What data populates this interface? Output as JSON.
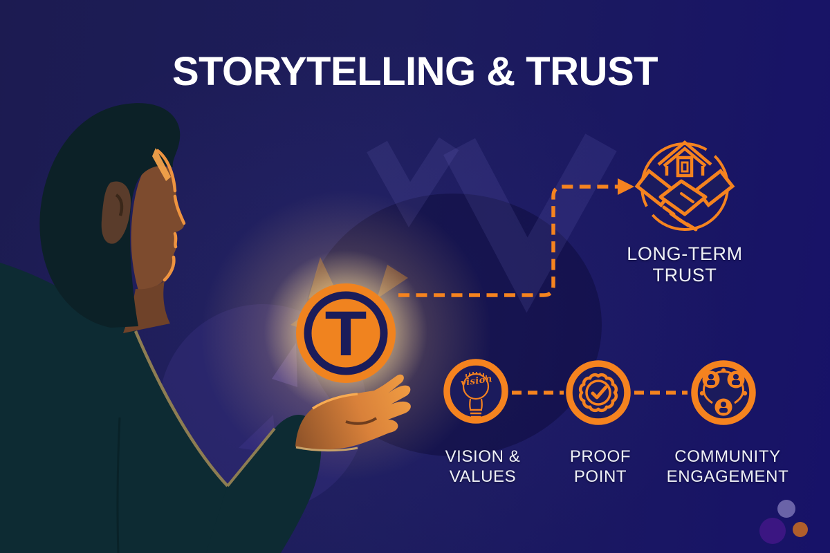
{
  "title": "STORYTELLING & TRUST",
  "coin": {
    "letter": "T",
    "icon": "token-coin-icon"
  },
  "flow": {
    "trust": {
      "line1": "LONG-TERM",
      "line2": "TRUST",
      "icon": "house-handshake-icon"
    },
    "vision": {
      "line1": "VISION &",
      "line2": "VALUES",
      "icon": "lightbulb-vision-icon",
      "script_word": "vision"
    },
    "proof": {
      "line1": "PROOF",
      "line2": "POINT",
      "icon": "verified-badge-icon"
    },
    "community": {
      "line1": "COMMUNITY",
      "line2": "ENGAGEMENT",
      "icon": "people-network-icon"
    }
  },
  "colors": {
    "accent_orange": "#F5831F",
    "background_navy": "#1B1B56",
    "coin_navy": "#1B1C5A",
    "text_light": "#EEF0F6",
    "jacket_teal": "#0D2B33",
    "dot_lavender": "#6A63A8",
    "dot_purple": "#3B1682",
    "dot_orange": "#B05E2B"
  }
}
